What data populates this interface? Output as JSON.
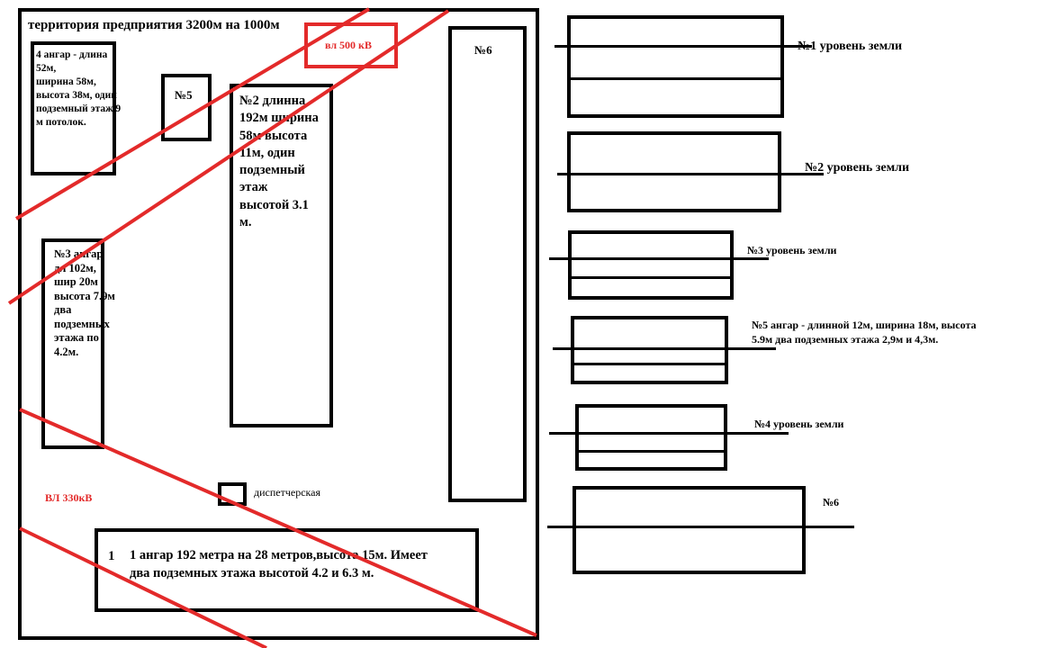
{
  "site_plan": {
    "title": "территория предприятия 3200м на 1000м",
    "power_line_500": "вл 500 кВ",
    "power_line_330": "ВЛ 330кВ",
    "dispatch_label": "диспетчерская",
    "hangar_4_text": "4 ангар - длина\n52м,\nширина 58м,\nвысота 38м, один\nподземный этаж 9\nм потолок.",
    "hangar_5_label": "№5",
    "hangar_2_text": "№2 длинна\n192м ширина\n58м высота\n11м, один\nподземный\nэтаж\nвысотой 3.1\nм.",
    "hangar_3_text": "№3  ангар\nдл 102м,\nшир 20м\nвысота 7.9м\nдва\nподземных\nэтажа по\n4.2м.",
    "hangar_6_label": "№6",
    "hangar_1_number": "1",
    "hangar_1_text": "1 ангар 192 метра на 28 метров,высота 15м. Имеет\nдва подземных этажа высотой 4.2 и 6.3 м."
  },
  "sections": [
    {
      "label": "№1  уровень земли"
    },
    {
      "label": "№2 уровень земли"
    },
    {
      "label": "№3 уровень земли"
    },
    {
      "label": "№5   ангар - длинной 12м, ширина 18м, высота\n5.9м два подземных этажа 2,9м и 4,3м."
    },
    {
      "label": "№4 уровень земли"
    },
    {
      "label": "№6"
    }
  ],
  "colors": {
    "outline": "#000000",
    "power_line": "#e32a2a"
  }
}
